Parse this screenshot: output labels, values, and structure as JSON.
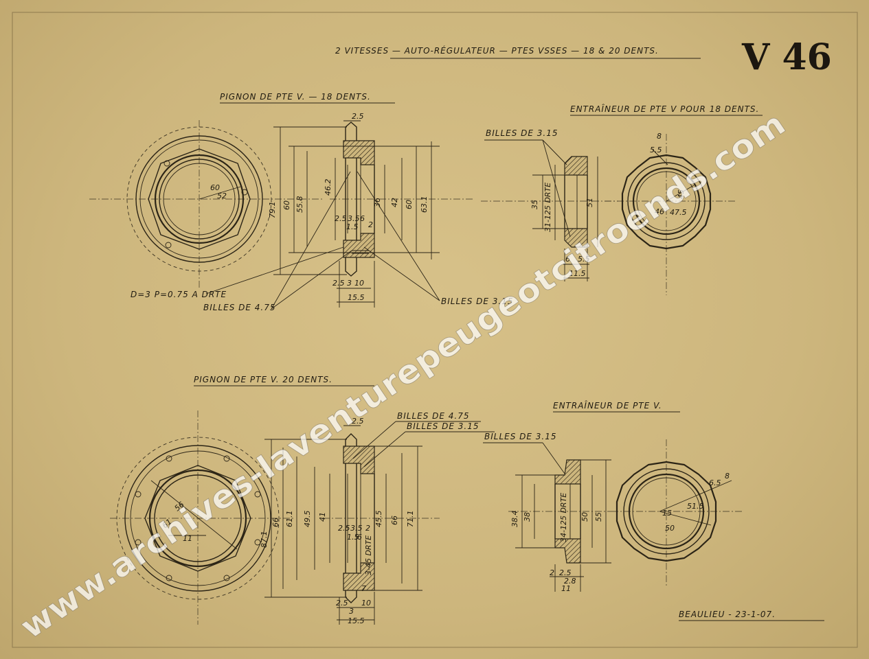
{
  "sheet": {
    "title": "2 VITESSES — AUTO-RÉGULATEUR — PTES VSSES — 18 & 20 DENTS.",
    "number": "V 46",
    "date_signature": "BEAULIEU - 23-1-07.",
    "watermark": "www.archives-laventurepeugeotcitroends.com"
  },
  "views": {
    "pinion18": {
      "title": "PIGNON DE PTE V. — 18 DENTS.",
      "dims": [
        "2.5",
        "79.1",
        "60",
        "55.8",
        "46.2",
        "36",
        "42",
        "60",
        "63.1",
        "60",
        "52",
        "2.5",
        "3.5",
        "6",
        "1.5",
        "2",
        "2.5",
        "3",
        "10",
        "15.5"
      ],
      "notes": [
        "D=3 P=0.75 A DRTE",
        "BILLES DE 4.75",
        "BILLES DE 3.15"
      ]
    },
    "driver18": {
      "title": "ENTRAÎNEUR DE PTE V POUR 18 DENTS.",
      "dims": [
        "8",
        "5.5",
        "35",
        "31-125 DRTE",
        "51",
        "6",
        "5.5",
        "11.5",
        "45",
        "46",
        "47.5"
      ],
      "notes": [
        "BILLES DE 3.15"
      ]
    },
    "pinion20": {
      "title": "PIGNON DE PTE V. 20 DENTS.",
      "dims": [
        "2.5",
        "87.1",
        "66",
        "61.1",
        "49.5",
        "41",
        "45.5",
        "66",
        "71.1",
        "56",
        "61",
        "11",
        "2.5",
        "3.5",
        "2",
        "1.5",
        "6",
        "3-45 DRTE",
        "7",
        "2.5",
        "3",
        "10",
        "15.5"
      ],
      "notes": [
        "BILLES DE 4.75",
        "BILLES DE 3.15"
      ]
    },
    "driver20": {
      "title": "ENTRAÎNEUR DE PTE V.",
      "dims": [
        "38.4",
        "38",
        "34-125 DRTE",
        "50",
        "55",
        "2",
        "2.5",
        "2.8",
        "11",
        "8",
        "6.5",
        "15",
        "51.5",
        "50"
      ],
      "notes": [
        "BILLES DE 3.15"
      ]
    }
  }
}
